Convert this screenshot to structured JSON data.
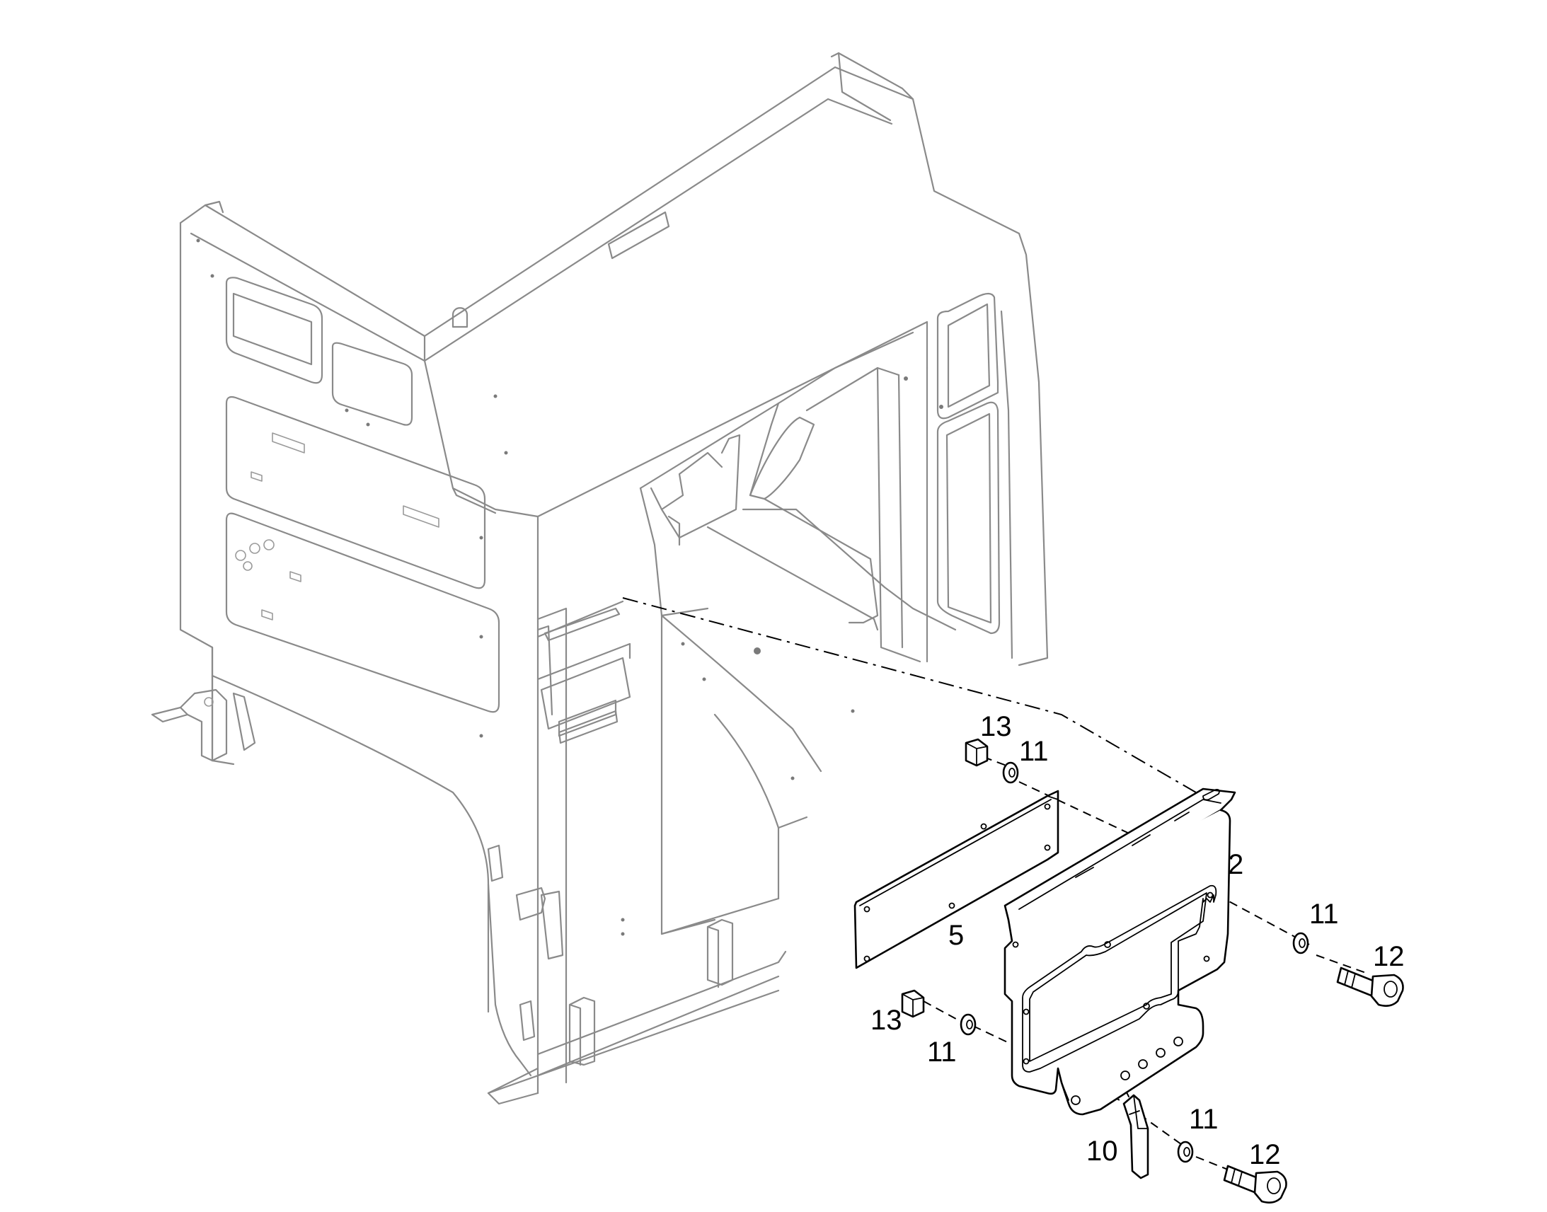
{
  "callouts": {
    "c13_top": "13",
    "c11_top": "11",
    "c2": "2",
    "c5": "5",
    "c11_right": "11",
    "c12_right": "12",
    "c13_bottom": "13",
    "c11_bottom_left": "11",
    "c11_bottom": "11",
    "c10": "10",
    "c12_bottom": "12"
  },
  "colors": {
    "frame_line": "#8a8a8a",
    "part_line": "#000000",
    "background": "#ffffff"
  }
}
